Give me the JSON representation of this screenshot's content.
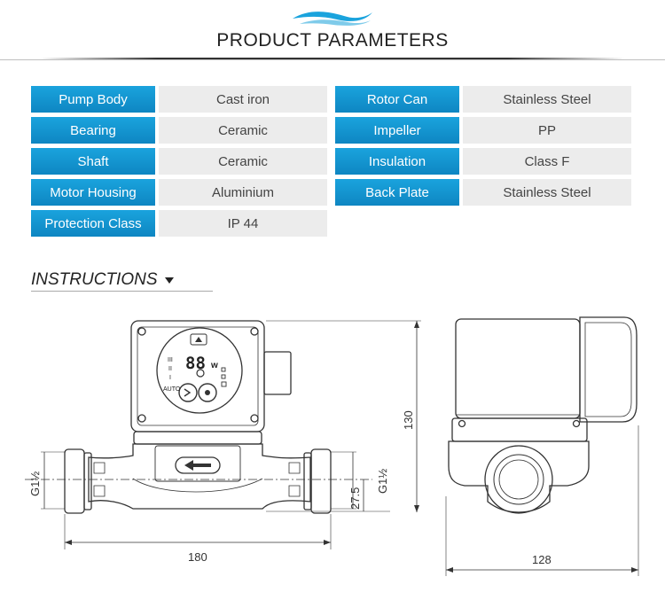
{
  "header": {
    "title": "PRODUCT PARAMETERS"
  },
  "parameters": {
    "left": [
      {
        "label": "Pump Body",
        "value": "Cast iron"
      },
      {
        "label": "Bearing",
        "value": "Ceramic"
      },
      {
        "label": "Shaft",
        "value": "Ceramic"
      },
      {
        "label": "Motor Housing",
        "value": "Aluminium"
      },
      {
        "label": "Protection Class",
        "value": "IP 44"
      }
    ],
    "right": [
      {
        "label": "Rotor Can",
        "value": "Stainless Steel"
      },
      {
        "label": "Impeller",
        "value": "PP"
      },
      {
        "label": "Insulation",
        "value": "Class F"
      },
      {
        "label": "Back Plate",
        "value": "Stainless Steel"
      }
    ]
  },
  "instructions": {
    "title": "INSTRUCTIONS"
  },
  "drawing": {
    "dimensions": {
      "height": "130",
      "width_front": "180",
      "width_side": "128",
      "port_height": "27.5"
    },
    "thread_label": "G1½",
    "display": {
      "digits": "88",
      "unit": "w",
      "mode": "AUTO",
      "speeds": [
        "III",
        "II",
        "I"
      ]
    }
  },
  "colors": {
    "label_bg": "#1598d4",
    "value_bg": "#ececec",
    "line": "#333333"
  }
}
